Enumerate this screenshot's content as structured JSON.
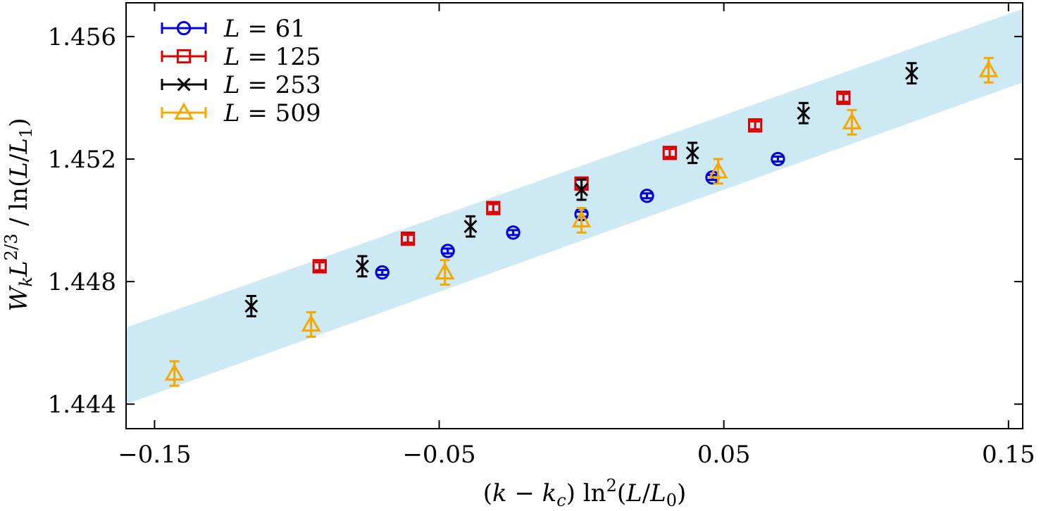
{
  "chart_data": {
    "type": "scatter",
    "xlabel": "(k − k_c) ln²(L/L₀)",
    "ylabel": "W_k L^{2/3} / ln(L/L₁)",
    "xlim": [
      -0.16,
      0.155
    ],
    "ylim": [
      1.4432,
      1.4571
    ],
    "xticks": [
      -0.15,
      -0.05,
      0.05,
      0.15
    ],
    "xtick_labels": [
      "−0.15",
      "−0.05",
      "0.05",
      "0.15"
    ],
    "yticks": [
      1.444,
      1.448,
      1.452,
      1.456
    ],
    "ytick_labels": [
      "1.444",
      "1.448",
      "1.452",
      "1.456"
    ],
    "legend_position": "top-left",
    "band": {
      "color": "#cde9f4",
      "upper": [
        [
          -0.16,
          1.4465
        ],
        [
          0.155,
          1.4569
        ]
      ],
      "lower": [
        [
          -0.16,
          1.444
        ],
        [
          0.155,
          1.4545
        ]
      ]
    },
    "series": [
      {
        "name": "L = 61",
        "legend_prefix": "L",
        "legend_value": "61",
        "marker": "circle",
        "color": "#0000dd",
        "x": [
          -0.07,
          -0.047,
          -0.024,
          0.0,
          0.023,
          0.046,
          0.069
        ],
        "y": [
          1.4483,
          1.449,
          1.4496,
          1.4502,
          1.4508,
          1.4514,
          1.452
        ],
        "err": [
          8e-05,
          8e-05,
          8e-05,
          8e-05,
          8e-05,
          8e-05,
          8e-05
        ]
      },
      {
        "name": "L = 125",
        "legend_prefix": "L",
        "legend_value": "125",
        "marker": "square",
        "color": "#dd0000",
        "x": [
          -0.092,
          -0.061,
          -0.031,
          0.0,
          0.031,
          0.061,
          0.092
        ],
        "y": [
          1.4485,
          1.4494,
          1.4504,
          1.4512,
          1.4522,
          1.4531,
          1.454
        ],
        "err": [
          0.00013,
          0.00013,
          0.00013,
          0.00013,
          0.00013,
          0.00013,
          0.00013
        ]
      },
      {
        "name": "L = 253",
        "legend_prefix": "L",
        "legend_value": "253",
        "marker": "cross",
        "color": "#000000",
        "x": [
          -0.116,
          -0.077,
          -0.039,
          0.0,
          0.039,
          0.078,
          0.116
        ],
        "y": [
          1.4472,
          1.4485,
          1.4498,
          1.451,
          1.4522,
          1.4535,
          1.4548
        ],
        "err": [
          0.00033,
          0.00033,
          0.00033,
          0.00033,
          0.00033,
          0.00033,
          0.00033
        ]
      },
      {
        "name": "L = 509",
        "legend_prefix": "L",
        "legend_value": "509",
        "marker": "triangle",
        "color": "#f5a800",
        "x": [
          -0.143,
          -0.095,
          -0.048,
          0.0,
          0.048,
          0.095,
          0.143
        ],
        "y": [
          1.445,
          1.4466,
          1.4483,
          1.45,
          1.4516,
          1.4532,
          1.4549
        ],
        "err": [
          0.0004,
          0.0004,
          0.0004,
          0.0004,
          0.0004,
          0.0004,
          0.0004
        ]
      }
    ]
  }
}
